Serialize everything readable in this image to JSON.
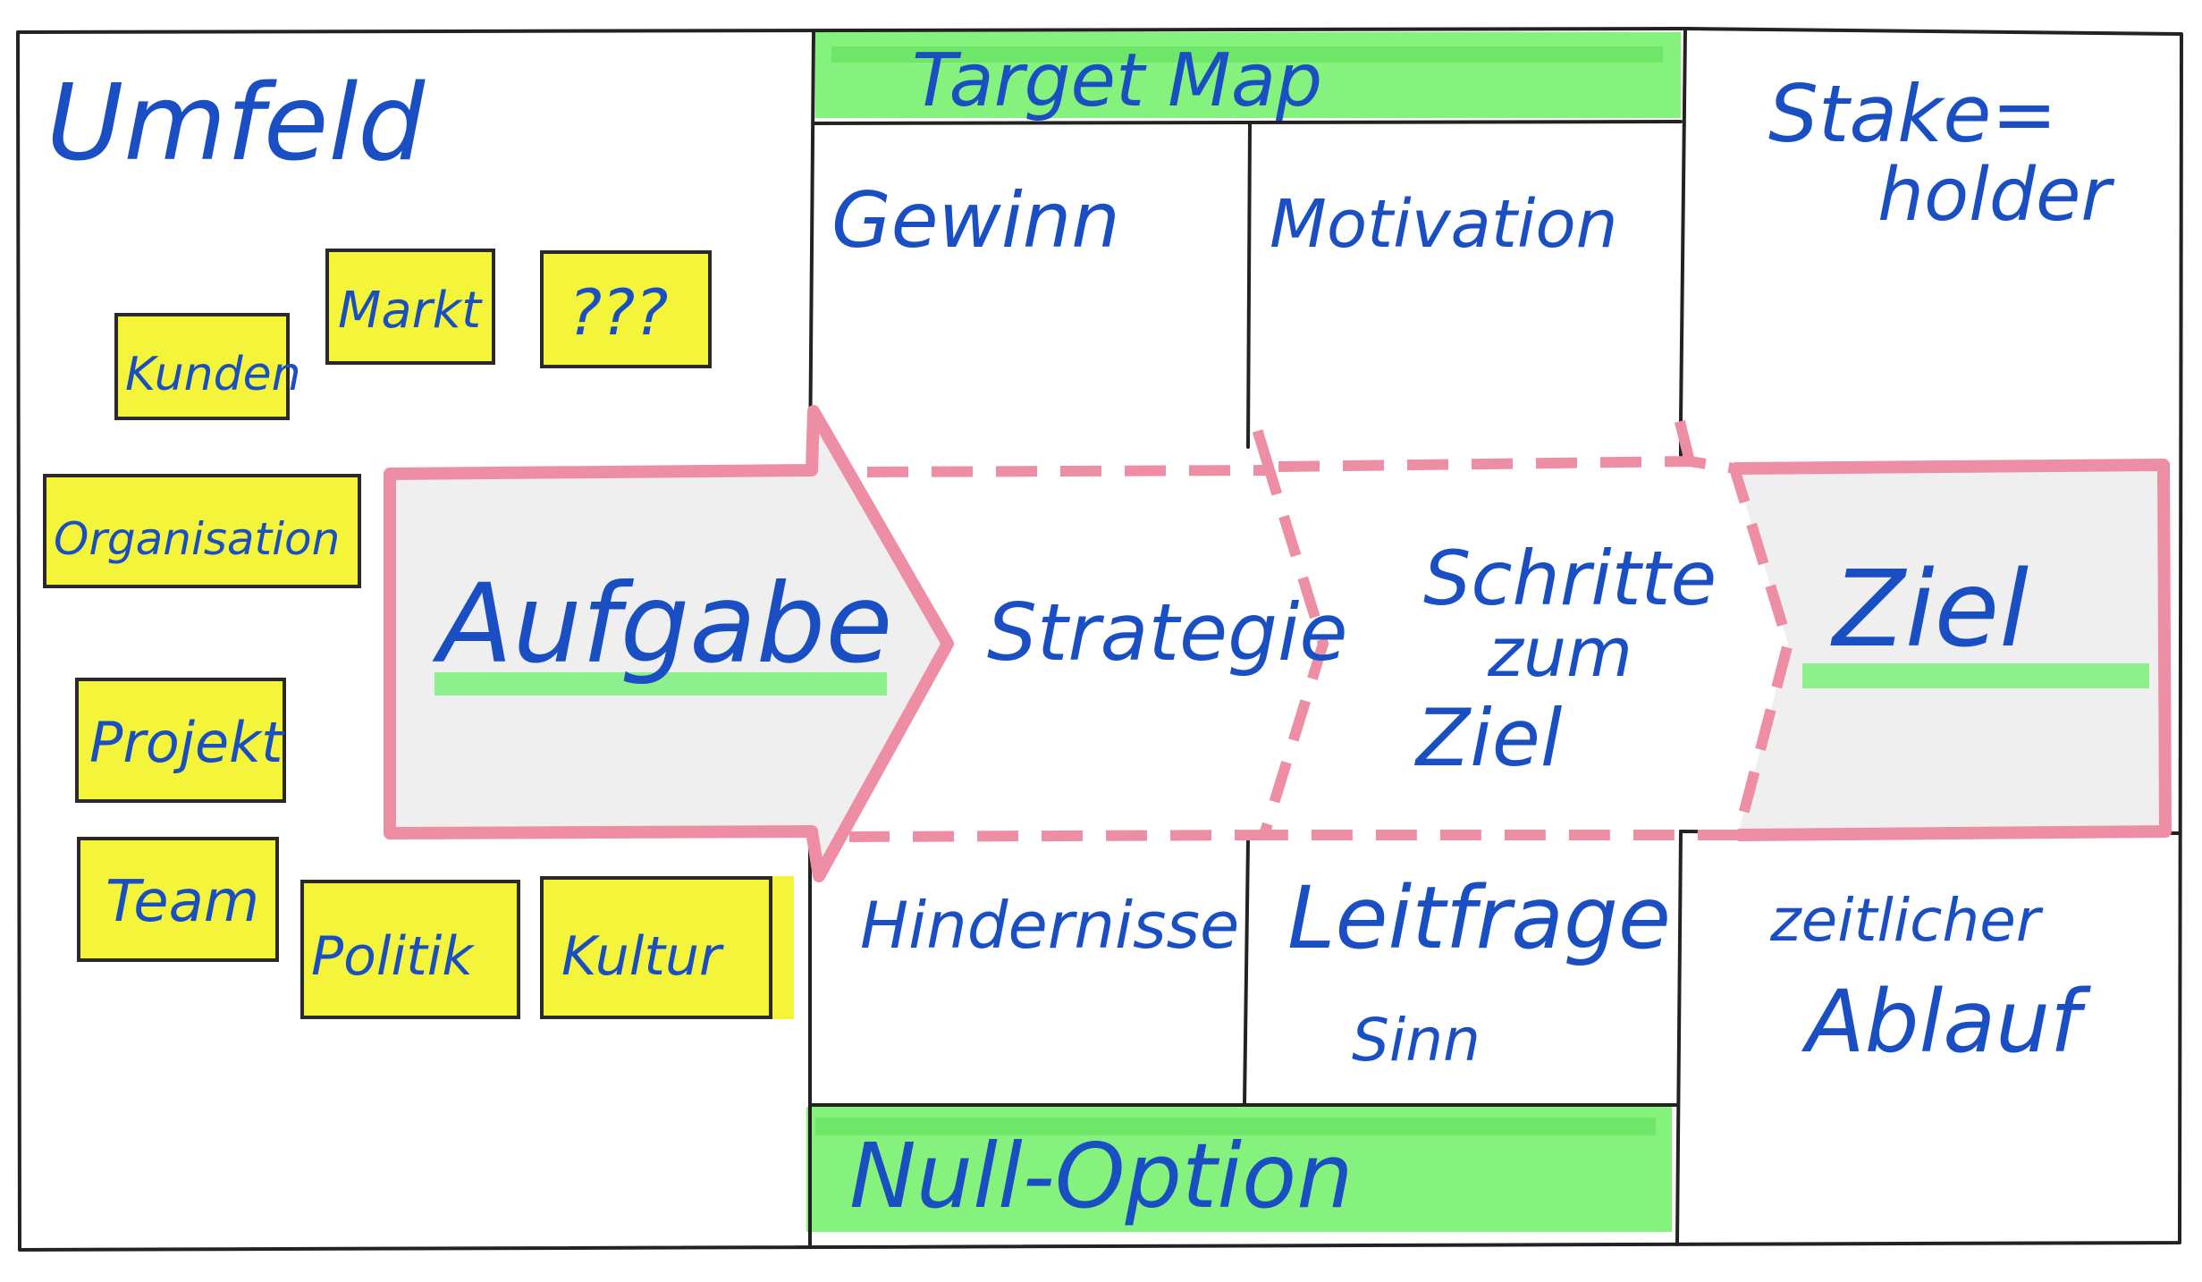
{
  "sections": {
    "umfeld": "Umfeld",
    "target_map": "Target Map",
    "stakeholder_line1": "Stake=",
    "stakeholder_line2": "holder",
    "gewinn": "Gewinn",
    "motivation": "Motivation",
    "hindernisse": "Hindernisse",
    "leitfrage": "Leitfrage",
    "sinn": "Sinn",
    "zeitlicher": "zeitlicher",
    "ablauf": "Ablauf",
    "null_option": "Null-Option"
  },
  "arrow": {
    "aufgabe": "Aufgabe",
    "strategie": "Strategie",
    "schritte_line1": "Schritte",
    "schritte_line2": "zum",
    "schritte_line3": "Ziel",
    "ziel": "Ziel"
  },
  "notes": {
    "kunden": "Kunden",
    "markt": "Markt",
    "unknown": "???",
    "organisation": "Organisation",
    "projekt": "Projekt",
    "team": "Team",
    "politik": "Politik",
    "kultur": "Kultur"
  },
  "colors": {
    "ink": "#1a4fc4",
    "sticky": "#f4f53a",
    "highlight_green": "#7df07a",
    "arrow_pink": "#ee8ea4",
    "arrow_fill": "#efefef"
  }
}
